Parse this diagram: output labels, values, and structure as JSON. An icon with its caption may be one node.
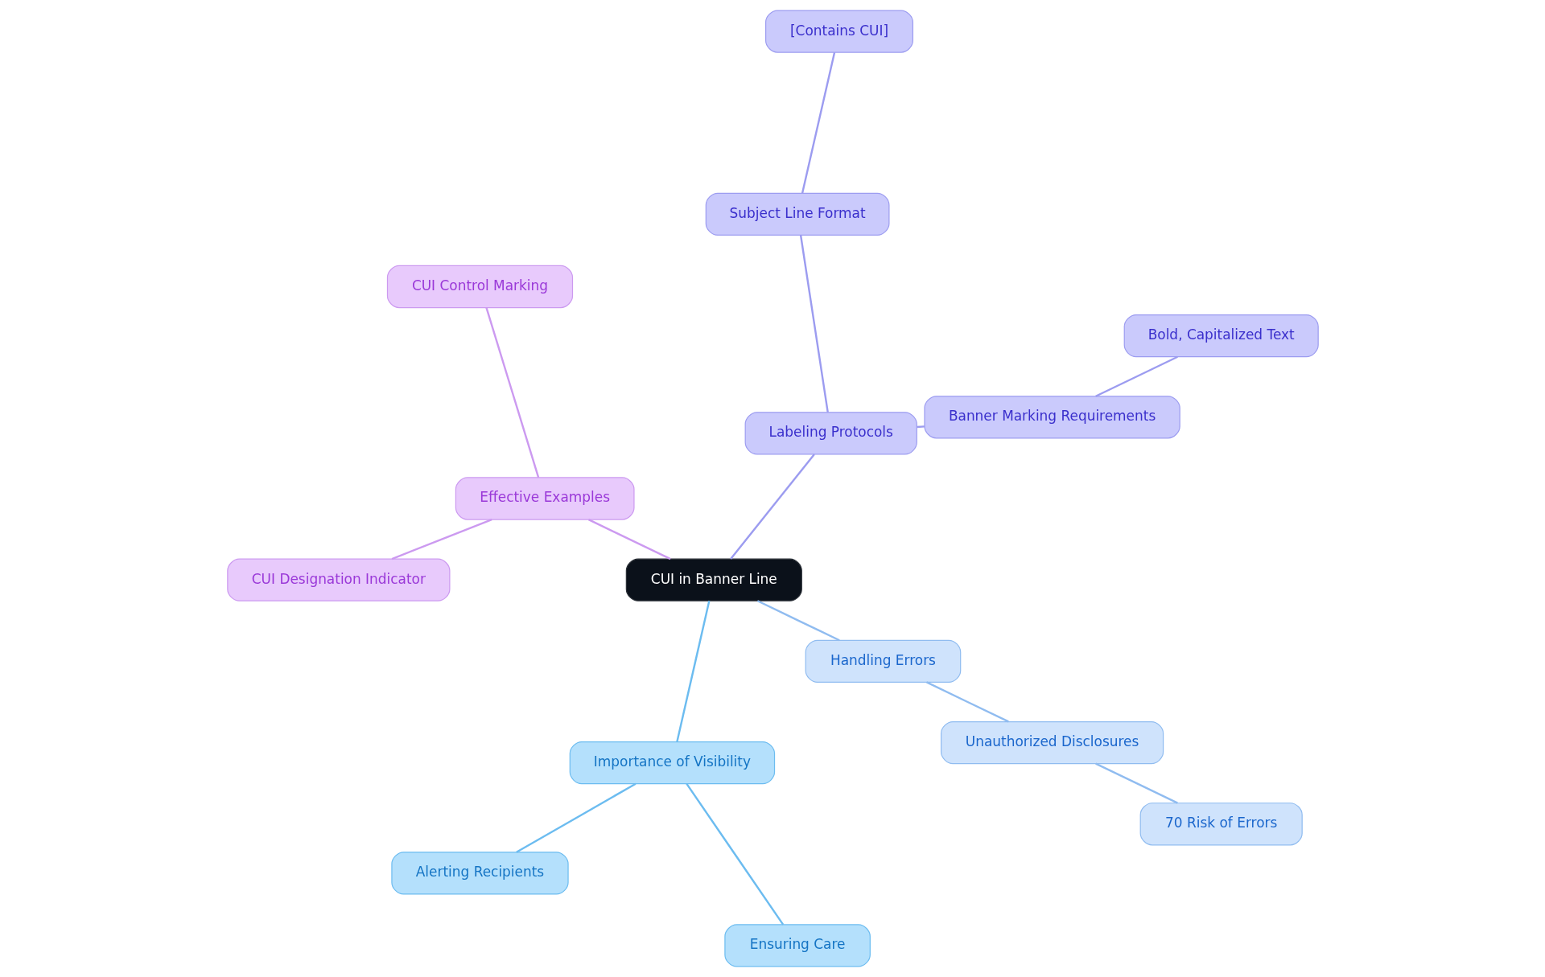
{
  "diagram": {
    "nodes": [
      {
        "text": [
          "CUI in Banner Line"
        ]
      },
      {
        "text": [
          "Labeling Protocols"
        ]
      },
      {
        "text": [
          "Banner Marking Requirements"
        ]
      },
      {
        "text": [
          "Bold, Capitalized Text"
        ]
      },
      {
        "text": [
          "Subject Line Format"
        ]
      },
      {
        "text": [
          "[Contains CUI]"
        ]
      },
      {
        "text": [
          "Effective Examples"
        ]
      },
      {
        "text": [
          "CUI Control Marking"
        ]
      },
      {
        "text": [
          "CUI Designation Indicator"
        ]
      },
      {
        "text": [
          "Importance of Visibility"
        ]
      },
      {
        "text": [
          "Alerting Recipients"
        ]
      },
      {
        "text": [
          "Ensuring Care"
        ]
      },
      {
        "text": [
          "Handling Errors"
        ]
      },
      {
        "text": [
          "Unauthorized Disclosures"
        ]
      },
      {
        "text": [
          "70 Risk of Errors"
        ]
      }
    ],
    "edges": [
      {
        "from": 0,
        "to": 1,
        "arrow": "none",
        "color": "#9c9cf0"
      },
      {
        "from": 1,
        "to": 2,
        "arrow": "none",
        "color": "#9c9cf0"
      },
      {
        "from": 2,
        "to": 3,
        "arrow": "none",
        "color": "#9c9cf0"
      },
      {
        "from": 1,
        "to": 4,
        "arrow": "none",
        "color": "#9c9cf0"
      },
      {
        "from": 4,
        "to": 5,
        "arrow": "none",
        "color": "#9c9cf0"
      },
      {
        "from": 0,
        "to": 6,
        "arrow": "none",
        "color": "#cc9af0"
      },
      {
        "from": 6,
        "to": 7,
        "arrow": "none",
        "color": "#cc9af0"
      },
      {
        "from": 6,
        "to": 8,
        "arrow": "none",
        "color": "#cc9af0"
      },
      {
        "from": 0,
        "to": 9,
        "arrow": "none",
        "color": "#6cbcf0"
      },
      {
        "from": 9,
        "to": 10,
        "arrow": "none",
        "color": "#6cbcf0"
      },
      {
        "from": 9,
        "to": 11,
        "arrow": "none",
        "color": "#6cbcf0"
      },
      {
        "from": 0,
        "to": 12,
        "arrow": "none",
        "color": "#90bcf0"
      },
      {
        "from": 12,
        "to": 13,
        "arrow": "none",
        "color": "#90bcf0"
      },
      {
        "from": 13,
        "to": 14,
        "arrow": "none",
        "color": "#90bcf0"
      }
    ]
  }
}
